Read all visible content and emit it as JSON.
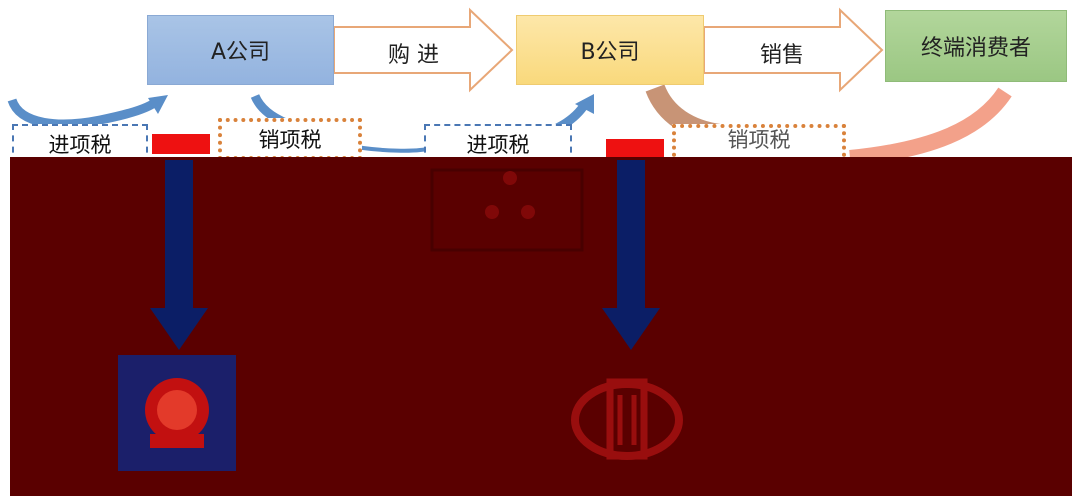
{
  "companies": {
    "a": "A公司",
    "b": "B公司",
    "consumer": "终端消费者"
  },
  "flows": {
    "purchase": "购 进",
    "sales": "销售"
  },
  "taxes": {
    "a_input": "进项税",
    "a_output": "销项税",
    "b_input": "进项税",
    "b_output": "销项税"
  },
  "colors": {
    "company_a": "#9dbbe2",
    "company_b": "#fbe08f",
    "consumer": "#a6ce8f",
    "overlay": "#5a0000",
    "arrow_down": "#0b1e66",
    "tax_bar": "#ee1111"
  },
  "icons": [
    "emblem-icon",
    "tax-bureau-icon"
  ]
}
